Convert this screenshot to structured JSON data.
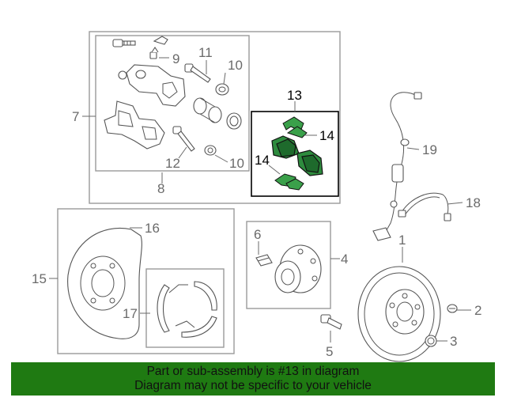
{
  "callouts": {
    "c1": "1",
    "c2": "2",
    "c3": "3",
    "c4": "4",
    "c5": "5",
    "c6": "6",
    "c7": "7",
    "c8": "8",
    "c9": "9",
    "c10a": "10",
    "c10b": "10",
    "c11": "11",
    "c12": "12",
    "c13": "13",
    "c14a": "14",
    "c14b": "14",
    "c15": "15",
    "c16": "16",
    "c17": "17",
    "c18": "18",
    "c19": "19"
  },
  "highlight": {
    "part": "13",
    "color": "#2e8b3e"
  },
  "banner": {
    "line1": "Part or sub-assembly is #13 in diagram",
    "line2": "Diagram may not be specific to your vehicle",
    "background": "#1f7a12"
  }
}
